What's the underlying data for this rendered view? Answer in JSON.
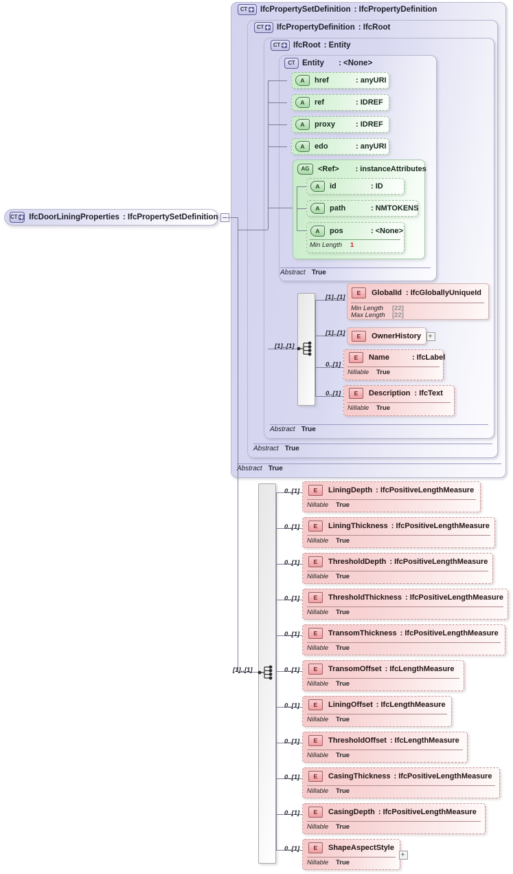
{
  "diagram": {
    "title": "IfcDoorLiningProperties XSD schema diagram",
    "colors": {
      "complextype_fill": "#d3d3ef",
      "attribute_fill": "#cbeccb",
      "element_fill": "#f6c9ca",
      "connector": "#7d7d96",
      "facet_required": "#cc2222"
    }
  },
  "root_element": {
    "badge": "CT",
    "name": "IfcDoorLiningProperties",
    "type": ": IfcPropertySetDefinition",
    "collapse_icon": "minus-icon"
  },
  "containers": [
    {
      "badge": "CT",
      "name": "IfcPropertySetDefinition",
      "type": ": IfcPropertyDefinition",
      "abstract_key": "Abstract",
      "abstract_value": "True"
    },
    {
      "badge": "CT",
      "name": "IfcPropertyDefinition",
      "type": ": IfcRoot",
      "abstract_key": "Abstract",
      "abstract_value": "True"
    },
    {
      "badge": "CT",
      "name": "IfcRoot",
      "type": ": Entity",
      "abstract_key": "Abstract",
      "abstract_value": "True"
    },
    {
      "badge": "CT",
      "name": "Entity",
      "type": ": <None>",
      "abstract_key": "Abstract",
      "abstract_value": "True"
    }
  ],
  "attributes": [
    {
      "badge": "A",
      "name": "href",
      "type": ": anyURI"
    },
    {
      "badge": "A",
      "name": "ref",
      "type": ": IDREF"
    },
    {
      "badge": "A",
      "name": "proxy",
      "type": ": IDREF"
    },
    {
      "badge": "A",
      "name": "edo",
      "type": ": anyURI"
    }
  ],
  "attribute_group": {
    "badge": "AG",
    "name": "<Ref>",
    "type": ": instanceAttributes",
    "attributes": [
      {
        "badge": "A",
        "name": "id",
        "type": ": ID",
        "facets": []
      },
      {
        "badge": "A",
        "name": "path",
        "type": ": NMTOKENS",
        "facets": []
      },
      {
        "badge": "A",
        "name": "pos",
        "type": ": <None>",
        "facets": [
          {
            "key": "Min Length",
            "value": "1",
            "style": "red"
          }
        ]
      }
    ]
  },
  "root_sequence": {
    "cardinality": "[1]..[1]",
    "icon": "sequence-icon",
    "elements": [
      {
        "badge": "E",
        "cardinality": "[1]..[1]",
        "name": "GlobalId",
        "type": ": IfcGloballyUniqueId",
        "dashed": false,
        "facets": [
          {
            "key": "Min Length",
            "value": "[22]",
            "style": "grey"
          },
          {
            "key": "Max Length",
            "value": "[22]",
            "style": "grey"
          }
        ],
        "expandable": false
      },
      {
        "badge": "E",
        "cardinality": "[1]..[1]",
        "name": "OwnerHistory",
        "type": "",
        "dashed": false,
        "facets": [],
        "expandable": true
      },
      {
        "badge": "E",
        "cardinality": "0..[1]",
        "name": "Name",
        "type": ": IfcLabel",
        "dashed": true,
        "facets": [
          {
            "key": "Nillable",
            "value": "True",
            "style": "bold"
          }
        ],
        "expandable": false
      },
      {
        "badge": "E",
        "cardinality": "0..[1]",
        "name": "Description",
        "type": ": IfcText",
        "dashed": true,
        "facets": [
          {
            "key": "Nillable",
            "value": "True",
            "style": "bold"
          }
        ],
        "expandable": false
      }
    ]
  },
  "main_sequence": {
    "cardinality": "[1]..[1]",
    "icon": "sequence-icon",
    "elements": [
      {
        "badge": "E",
        "cardinality": "0..[1]",
        "name": "LiningDepth",
        "type": ": IfcPositiveLengthMeasure",
        "facets": [
          {
            "key": "Nillable",
            "value": "True"
          }
        ],
        "expandable": false
      },
      {
        "badge": "E",
        "cardinality": "0..[1]",
        "name": "LiningThickness",
        "type": ": IfcPositiveLengthMeasure",
        "facets": [
          {
            "key": "Nillable",
            "value": "True"
          }
        ],
        "expandable": false
      },
      {
        "badge": "E",
        "cardinality": "0..[1]",
        "name": "ThresholdDepth",
        "type": ": IfcPositiveLengthMeasure",
        "facets": [
          {
            "key": "Nillable",
            "value": "True"
          }
        ],
        "expandable": false
      },
      {
        "badge": "E",
        "cardinality": "0..[1]",
        "name": "ThresholdThickness",
        "type": ": IfcPositiveLengthMeasure",
        "facets": [
          {
            "key": "Nillable",
            "value": "True"
          }
        ],
        "expandable": false
      },
      {
        "badge": "E",
        "cardinality": "0..[1]",
        "name": "TransomThickness",
        "type": ": IfcPositiveLengthMeasure",
        "facets": [
          {
            "key": "Nillable",
            "value": "True"
          }
        ],
        "expandable": false
      },
      {
        "badge": "E",
        "cardinality": "0..[1]",
        "name": "TransomOffset",
        "type": ": IfcLengthMeasure",
        "facets": [
          {
            "key": "Nillable",
            "value": "True"
          }
        ],
        "expandable": false
      },
      {
        "badge": "E",
        "cardinality": "0..[1]",
        "name": "LiningOffset",
        "type": ": IfcLengthMeasure",
        "facets": [
          {
            "key": "Nillable",
            "value": "True"
          }
        ],
        "expandable": false
      },
      {
        "badge": "E",
        "cardinality": "0..[1]",
        "name": "ThresholdOffset",
        "type": ": IfcLengthMeasure",
        "facets": [
          {
            "key": "Nillable",
            "value": "True"
          }
        ],
        "expandable": false
      },
      {
        "badge": "E",
        "cardinality": "0..[1]",
        "name": "CasingThickness",
        "type": ": IfcPositiveLengthMeasure",
        "facets": [
          {
            "key": "Nillable",
            "value": "True"
          }
        ],
        "expandable": false
      },
      {
        "badge": "E",
        "cardinality": "0..[1]",
        "name": "CasingDepth",
        "type": ": IfcPositiveLengthMeasure",
        "facets": [
          {
            "key": "Nillable",
            "value": "True"
          }
        ],
        "expandable": false
      },
      {
        "badge": "E",
        "cardinality": "0..[1]",
        "name": "ShapeAspectStyle",
        "type": "",
        "facets": [
          {
            "key": "Nillable",
            "value": "True"
          }
        ],
        "expandable": true
      }
    ]
  }
}
